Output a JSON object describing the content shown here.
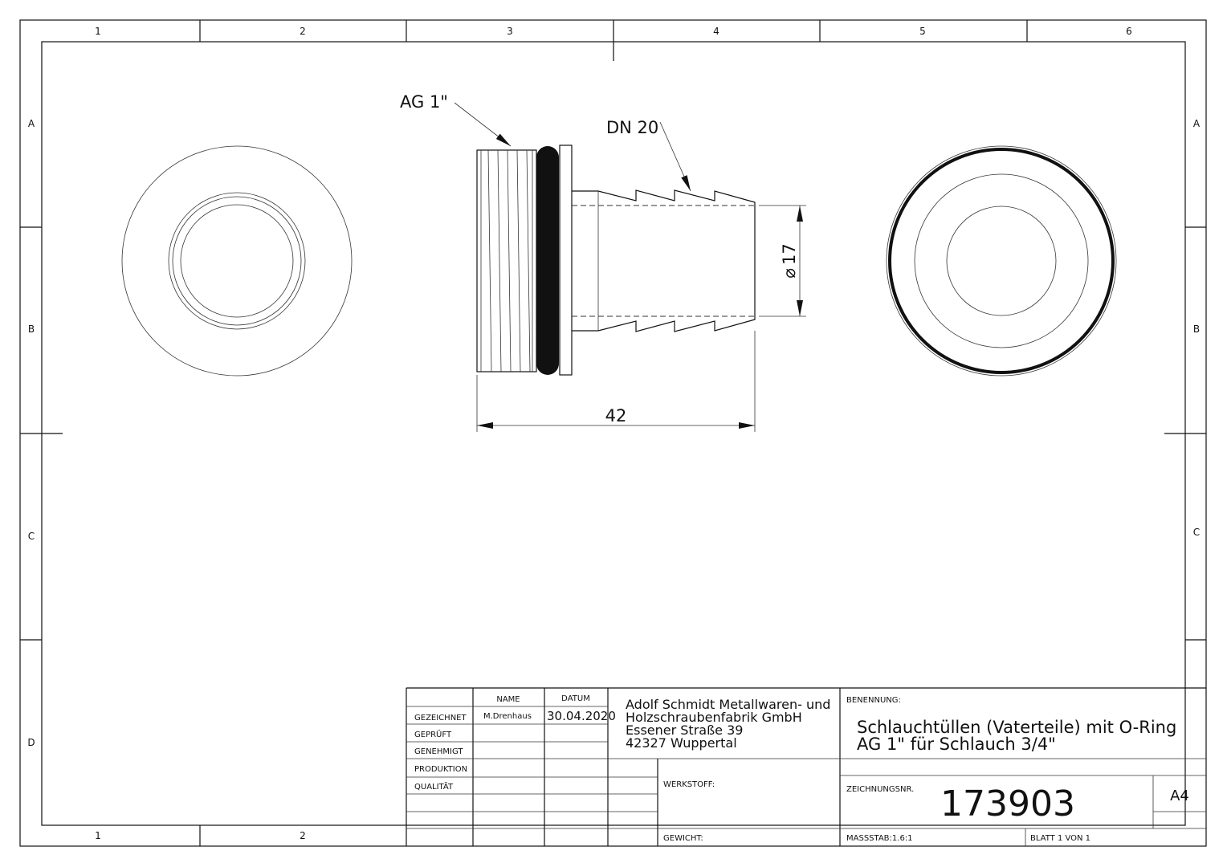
{
  "zones": {
    "columns": [
      "1",
      "2",
      "3",
      "4",
      "5",
      "6"
    ],
    "rows": [
      "A",
      "B",
      "C",
      "D"
    ],
    "bottom_columns": [
      "1",
      "2"
    ]
  },
  "annotations": {
    "thread": "AG 1\"",
    "hose_size": "DN 20",
    "diameter": "17",
    "diameter_symbol": "⌀",
    "length": "42"
  },
  "title_block": {
    "col_name": "NAME",
    "col_date": "DATUM",
    "rows": [
      {
        "label": "GEZEICHNET",
        "name": "M.Drenhaus",
        "date": "30.04.2020"
      },
      {
        "label": "GEPRÜFT",
        "name": "",
        "date": ""
      },
      {
        "label": "GENEHMIGT",
        "name": "",
        "date": ""
      },
      {
        "label": "PRODUKTION",
        "name": "",
        "date": ""
      },
      {
        "label": "QUALITÄT",
        "name": "",
        "date": ""
      }
    ],
    "company": [
      "Adolf Schmidt Metallwaren- und",
      "Holzschraubenfabrik GmbH",
      "Essener Straße 39",
      "42327 Wuppertal"
    ],
    "material_label": "WERKSTOFF:",
    "weight_label": "GEWICHT:",
    "title_label": "BENENNUNG:",
    "title": [
      "Schlauchtüllen (Vaterteile) mit O-Ring",
      "AG 1\" für Schlauch 3/4\""
    ],
    "drawing_no_label": "ZEICHNUNGSNR.",
    "drawing_no": "173903",
    "format": "A4",
    "scale": "MASSSTAB:1.6:1",
    "sheet": "BLATT 1 VON 1"
  }
}
